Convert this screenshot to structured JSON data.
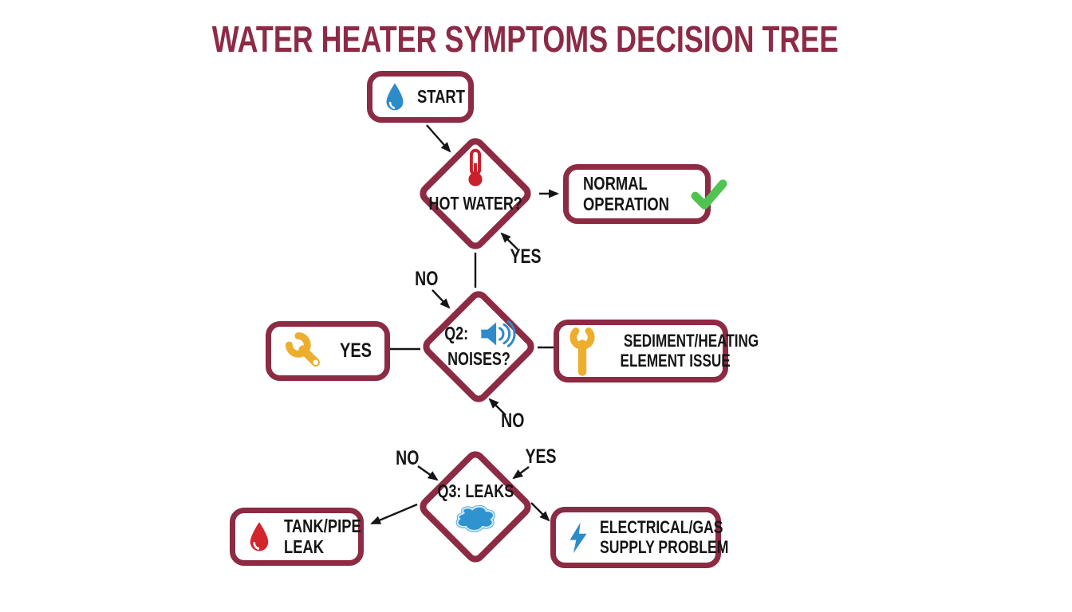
{
  "title": "WATER HEATER SYMPTOMS DECISION TREE",
  "colors": {
    "maroon_border": "#8C2B43",
    "title_maroon": "#8D2B47",
    "blue": "#2E8BC9",
    "puddle_blue": "#2F93D0",
    "red": "#D3252B",
    "green": "#50C351",
    "yellow": "#EDAE2D",
    "text_black": "#151515",
    "background": "#FFFFFF"
  },
  "nodes": {
    "start": {
      "label": "START"
    },
    "hot_water": {
      "label": "HOT WATER?"
    },
    "normal_operation": {
      "line1": "NORMAL",
      "line2": "OPERATION"
    },
    "noises": {
      "prefix": "Q2:",
      "label": "NOISES?"
    },
    "yes_wrench": {
      "label": "YES"
    },
    "sediment": {
      "line1": "SEDIMENT/HEATING",
      "line2": "ELEMENT ISSUE"
    },
    "leaks": {
      "label": "Q3: LEAKS"
    },
    "tank_pipe_leak": {
      "line1": "TANK/PIPE",
      "line2": "LEAK"
    },
    "electrical_gas": {
      "line1": "ELECTRICAL/GAS",
      "line2": "SUPPLY PROBLEM"
    }
  },
  "edge_labels": {
    "q1_yes": "YES",
    "q1_no": "NO",
    "q2_no": "NO",
    "q3_no": "NO",
    "q3_yes": "YES"
  },
  "icons": {
    "start": "blue-drop-icon",
    "hot_water": "thermometer-icon",
    "normal_operation": "checkmark-icon",
    "noises": "speaker-icon",
    "yes_wrench": "wrench-diagonal-icon",
    "sediment": "wrench-vertical-icon",
    "leaks": "puddle-icon",
    "tank_pipe_leak": "red-drop-icon",
    "electrical_gas": "lightning-icon"
  }
}
